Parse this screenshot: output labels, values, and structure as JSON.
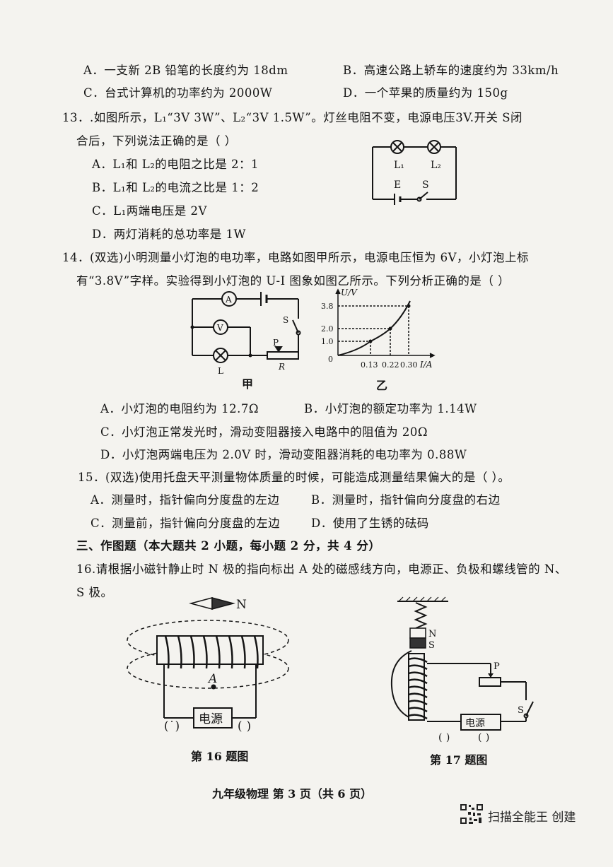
{
  "q12": {
    "A": "A．一支新 2B 铅笔的长度约为 18dm",
    "B": "B．高速公路上轿车的速度约为 33km/h",
    "C": "C．台式计算机的功率约为 2000W",
    "D": "D．一个苹果的质量约为 150g"
  },
  "q13": {
    "stem1": "13．.如图所示，L₁“3V 3W”、L₂“3V 1.5W”。灯丝电阻不变，电源电压3V.开关 S闭",
    "stem2": "合后，下列说法正确的是（    ）",
    "A": "A．L₁和 L₂的电阻之比是 2：1",
    "B": "B．L₁和 L₂的电流之比是 1：2",
    "C": "C．L₁两端电压是 2V",
    "D": "D．两灯消耗的总功率是 1W",
    "fig": {
      "L1": "L₁",
      "L2": "L₂",
      "E": "E",
      "S": "S"
    }
  },
  "q14": {
    "stem1": "14．(双选)小明测量小灯泡的电功率，电路如图甲所示，电源电压恒为 6V，小灯泡上标",
    "stem2": "有“3.8V”字样。实验得到小灯泡的 U-I 图象如图乙所示。下列分析正确的是（    ）",
    "A": "A．小灯泡的电阻约为 12.7Ω",
    "B": "B．小灯泡的额定功率为 1.14W",
    "C": "C．小灯泡正常发光时，滑动变阻器接入电路中的阻值为 20Ω",
    "D": "D．小灯泡两端电压为 2.0V 时，滑动变阻器消耗的电功率为 0.88W",
    "fig_jia": {
      "A": "A",
      "V": "V",
      "S": "S",
      "P": "P",
      "L": "L",
      "R": "R",
      "caption": "甲"
    },
    "fig_yi": {
      "ylabel": "U/V",
      "xlabel": "I/A",
      "origin": "0",
      "yticks": [
        "3.8",
        "2.0",
        "1.0"
      ],
      "xticks": [
        "0.13",
        "0.22",
        "0.30"
      ],
      "caption": "乙"
    }
  },
  "q15": {
    "stem": "15．(双选)使用托盘天平测量物体质量的时候，可能造成测量结果偏大的是（      ）。",
    "A": "A．测量时，指针偏向分度盘的左边",
    "B": "B．测量时，指针偏向分度盘的右边",
    "C": "C．测量前，指针偏向分度盘的左边",
    "D": "D．使用了生锈的砝码"
  },
  "section3": "三、作图题（本大题共 2 小题，每小题 2 分，共 4 分）",
  "q16": {
    "stem1": "16.请根据小磁针静止时 N 极的指向标出 A 处的磁感线方向，电源正、负极和螺线管的 N、",
    "stem2": "S 极。",
    "fig": {
      "N": "N",
      "A": "A",
      "source": "电源",
      "left_paren": "(˙)",
      "right_paren": "(  )"
    },
    "caption": "第 16 题图"
  },
  "q17": {
    "fig": {
      "N": "N",
      "S": "S",
      "P": "P",
      "switch": "S",
      "source": "电源",
      "left_paren": "(   )",
      "right_paren": "(   )"
    },
    "caption": "第 17 题图"
  },
  "footer": "九年级物理  第 3 页（共 6 页）",
  "watermark": "扫描全能王 创建"
}
